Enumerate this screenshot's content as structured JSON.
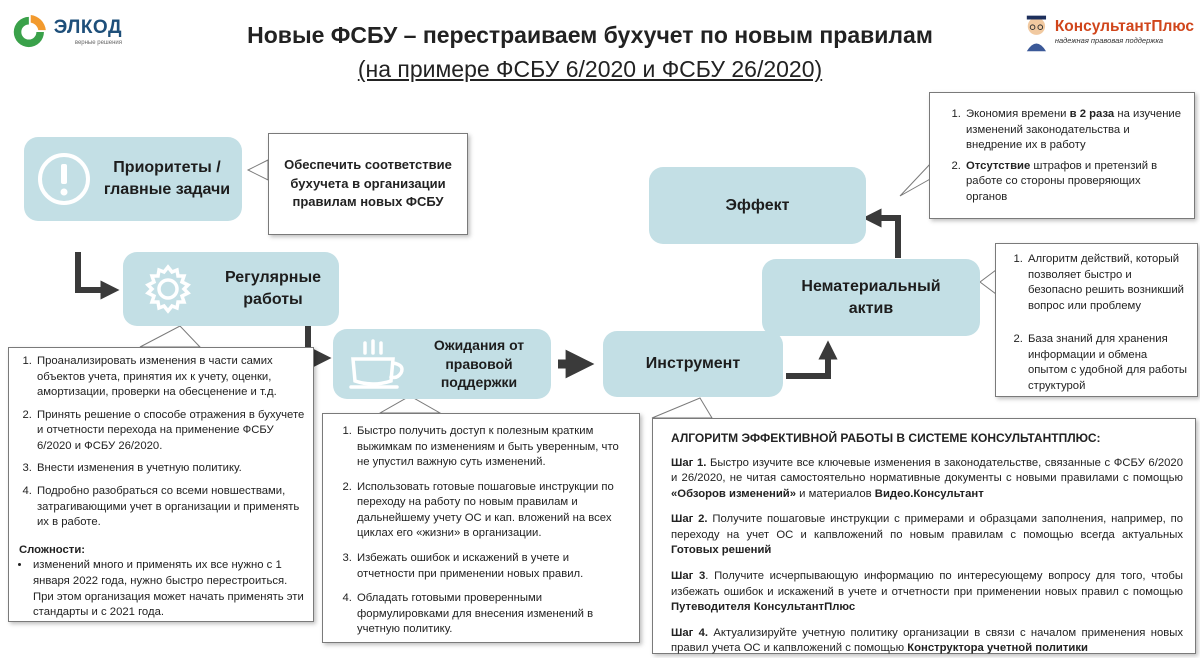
{
  "logos": {
    "left_name": "ЭЛКОД",
    "left_tagline": "верные решения",
    "right_name": "КонсультантПлюс",
    "right_tagline": "надежная правовая поддержка"
  },
  "title": "Новые ФСБУ – перестраиваем бухучет по новым правилам",
  "subtitle": "(на примере ФСБУ 6/2020 и ФСБУ 26/2020)",
  "nodes": {
    "priorities": "Приоритеты / главные задачи",
    "regular": "Регулярные работы",
    "expectations": "Ожидания от правовой поддержки",
    "instrument": "Инструмент",
    "intangible": "Нематериальный актив",
    "effect": "Эффект"
  },
  "priorities_callout": "Обеспечить соответствие бухучета в организации правилам новых ФСБУ",
  "regular_list": [
    "Проанализировать изменения в части самих объектов учета, принятия их к учету, оценки, амортизации, проверки на обесценение и т.д.",
    "Принять решение о способе отражения в бухучете и отчетности перехода на применение ФСБУ 6/2020 и ФСБУ 26/2020.",
    "Внести изменения  в учетную политику.",
    "Подробно разобраться со всеми новшествами, затрагивающими учет в организации и применять их в работе."
  ],
  "difficulties_title": "Сложности:",
  "difficulties_item": "изменений много и применять их все нужно с 1 января 2022 года, нужно быстро перестроиться.  При этом организация может начать применять эти стандарты и с 2021 года.",
  "expectations_list": [
    "Быстро получить доступ к полезным кратким выжимкам по изменениям  и быть уверенным, что не упустил важную суть изменений.",
    "Использовать готовые пошаговые инструкции по переходу на работу по новым правилам и дальнейшему учету ОС и кап. вложений на всех циклах его «жизни» в организации.",
    "Избежать ошибок и искажений в учете и отчетности  при применении  новых правил.",
    "Обладать готовыми проверенными формулировками для внесения  изменений в учетную политику."
  ],
  "effect_list": [
    {
      "pre": "Экономия времени ",
      "bold": "в 2 раза",
      "post": " на изучение изменений законодательства и внедрение их в работу"
    },
    {
      "pre": "",
      "bold": "Отсутствие",
      "post": " штрафов и претензий в работе со стороны проверяющих органов"
    }
  ],
  "intangible_list": [
    "Алгоритм действий, который позволяет быстро и безопасно решить возникший вопрос или проблему",
    "База знаний для хранения информации и обмена опытом с удобной для работы структурой"
  ],
  "algorithm_title": "АЛГОРИТМ ЭФФЕКТИВНОЙ РАБОТЫ В СИСТЕМЕ КОНСУЛЬТАНТПЛЮС:",
  "steps": [
    {
      "label": "Шаг 1.",
      "text": " Быстро изучите все ключевые изменения  в законодательстве, связанные с ФСБУ 6/2020 и 26/2020, не читая самостоятельно  нормативные документы с новыми правилами с помощью ",
      "bold1": "«Обзоров изменений»",
      "mid": " и материалов ",
      "bold2": "Видео.Консультант"
    },
    {
      "label": "Шаг 2.",
      "text": " Получите пошаговые инструкции с примерами и образцами заполнения, например, по переходу на учет ОС и капвложений по новым правилам с помощью всегда актуальных ",
      "bold1": "Готовых решений",
      "mid": "",
      "bold2": ""
    },
    {
      "label": "Шаг 3",
      "text": ". Получите исчерпывающую информацию по интересующему вопросу для того, чтобы избежать ошибок и искажений в учете и отчетности  при применении  новых правил с помощью ",
      "bold1": "Путеводителя КонсультантПлюс",
      "mid": "",
      "bold2": ""
    },
    {
      "label": "Шаг 4.",
      "text": " Актуализируйте учетную политику организации в связи с началом применения новых правил учета ОС и капвложений с помощью ",
      "bold1": "Конструктора  учетной политики",
      "mid": "",
      "bold2": ""
    }
  ],
  "colors": {
    "node_fill": "#c3dfe5",
    "arrow": "#3a3a3a",
    "brand_red": "#d0451b",
    "elkod_blue": "#1e4f7a"
  }
}
